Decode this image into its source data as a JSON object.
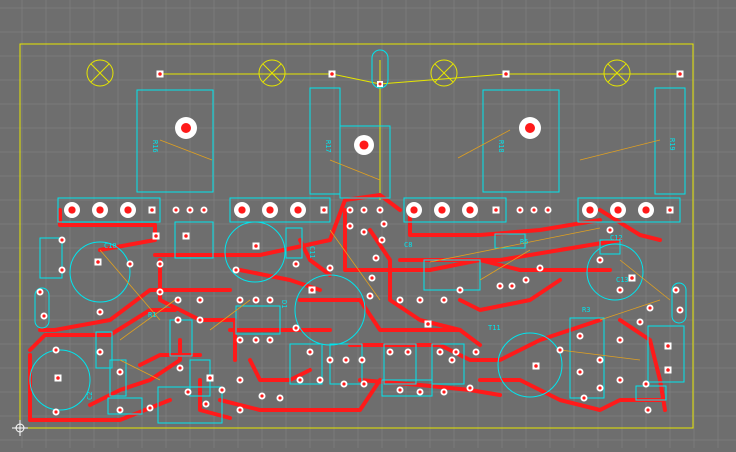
{
  "colors": {
    "background": "#6e6e6e",
    "grid": "#7b7b7b",
    "outline": "#e6e600",
    "copper": "#ff1a1a",
    "silk": "#00e5ee",
    "ratsnest": "#e0a020",
    "pad": "#ffffff",
    "drill": "#ff1a1a"
  },
  "labels": {
    "r16": "R16",
    "r17": "R17",
    "r18": "R18",
    "r19": "R19",
    "c8": "C8",
    "c10": "C10",
    "c11": "C11",
    "c12": "C12",
    "c13": "C13",
    "d1": "D1",
    "r1": "R1",
    "t11": "T11",
    "r3": "R3",
    "r5": "R5",
    "c2": "C2"
  }
}
